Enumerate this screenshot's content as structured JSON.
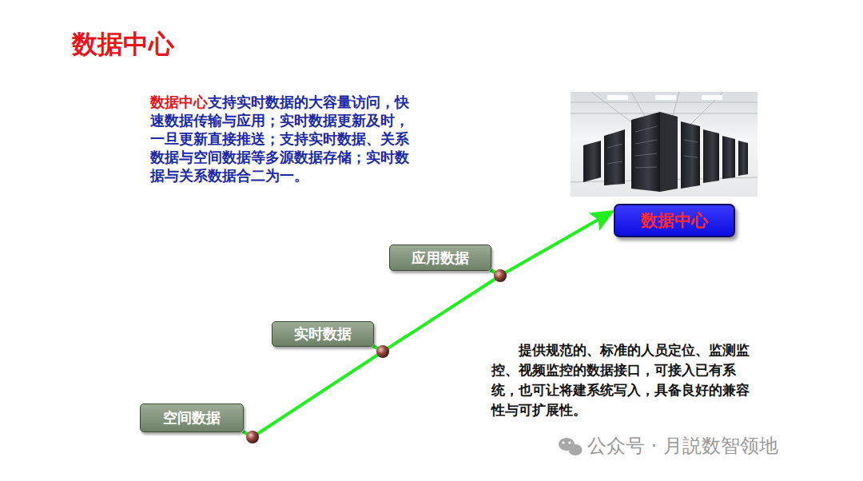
{
  "diagram": {
    "title": "数据中心",
    "nodes": [
      {
        "text": [
          "空间数据"
        ]
      },
      {
        "text": [
          "实时数据"
        ]
      },
      {
        "text": [
          "应用数据"
        ]
      },
      {
        "text": [
          "数据中心"
        ]
      }
    ],
    "edges": [
      {
        "from": 0,
        "to": 1,
        "arrow": "none"
      },
      {
        "from": 1,
        "to": 2,
        "arrow": "none"
      },
      {
        "from": 2,
        "to": 3,
        "arrow": "to"
      }
    ],
    "labels": [
      "数据中心",
      "支持实时数据的大容量访问，快速数据传输与应用；实时数据更新及时，一旦更新直接推送；支持实时数据、关系数据与空间数据等多源数据存储；实时数据与关系数据合二为一。",
      "提供规范的、标准的人员定位、监测监控、视频监控的数据接口，可接入已有系统，也可让将建系统写入，具备良好的兼容性与可扩展性。",
      "公众号 · 月説数智领地"
    ]
  }
}
